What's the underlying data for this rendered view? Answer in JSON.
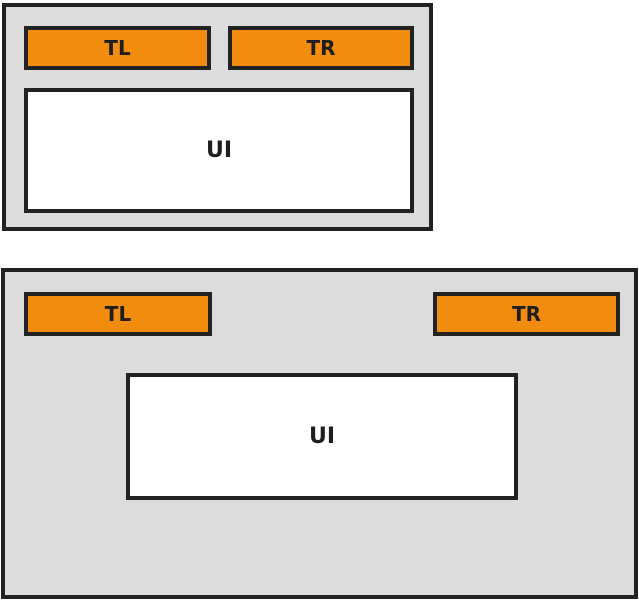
{
  "layouts": [
    {
      "tl_label": "TL",
      "tr_label": "TR",
      "ui_label": "UI"
    },
    {
      "tl_label": "TL",
      "tr_label": "TR",
      "ui_label": "UI"
    }
  ],
  "colors": {
    "panel_background": "#dcdcdc",
    "border": "#222222",
    "accent_box": "#f28c0f",
    "ui_box": "#ffffff"
  }
}
